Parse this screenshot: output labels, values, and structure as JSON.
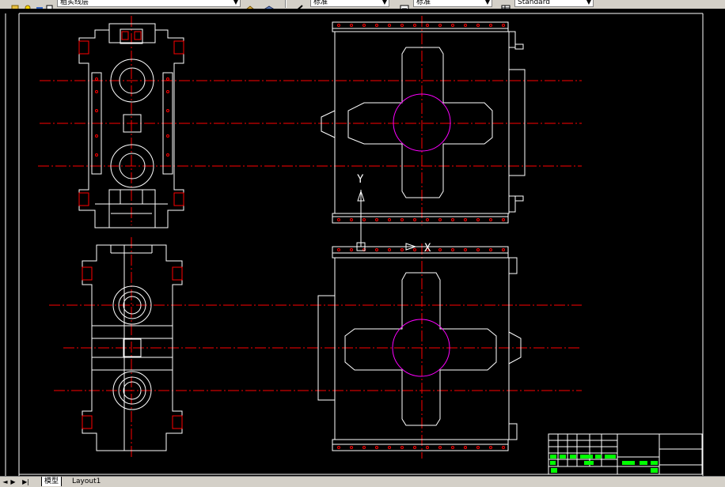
{
  "toolbar": {
    "layer_combo": "粗实线层",
    "text_style_combo": "标准",
    "dim_style_combo": "标准",
    "table_style_combo": "Standard"
  },
  "drawing": {
    "ucs_y_label": "Y",
    "ucs_x_label": "X"
  },
  "tabs": {
    "model": "模型",
    "layout1": "Layout1"
  },
  "colors": {
    "background": "#000000",
    "linework": "#ffffff",
    "centerline": "#ff0000",
    "circle": "#ff00ff",
    "title_fill": "#00ff00"
  }
}
